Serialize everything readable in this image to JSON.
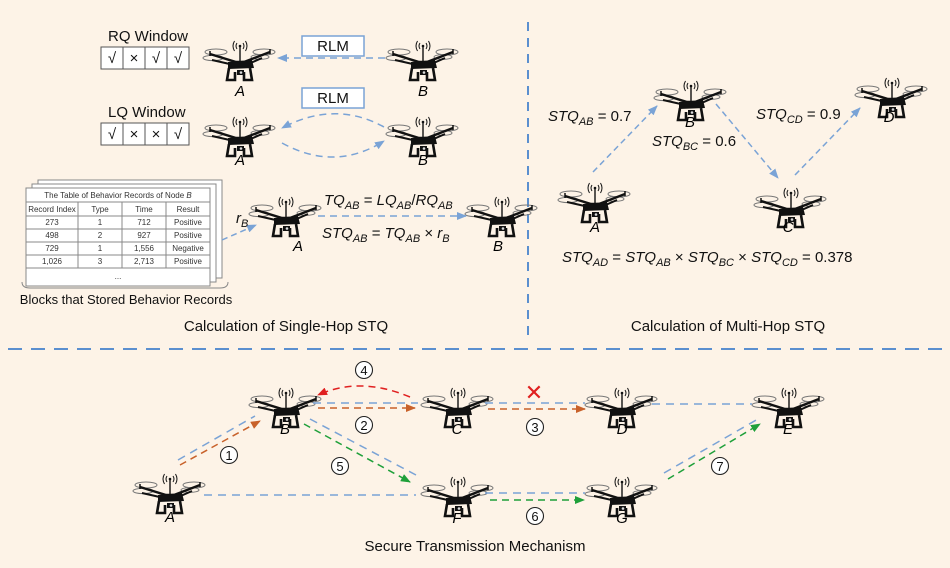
{
  "colors": {
    "background": "#fdf3e7",
    "divider": "#5b8fcf",
    "link_blue": "#7aa3d6",
    "route_orange": "#c8612a",
    "route_red": "#e02020",
    "route_green": "#1fa03a"
  },
  "single_hop": {
    "title": "Calculation of Single-Hop STQ",
    "rq_window": {
      "label": "RQ Window",
      "cells": [
        "√",
        "×",
        "√",
        "√"
      ]
    },
    "lq_window": {
      "label": "LQ Window",
      "cells": [
        "√",
        "×",
        "×",
        "√"
      ]
    },
    "rlm_label": "RLM",
    "rlm_label_2": "RLM",
    "nodes": {
      "a1": "A",
      "b1": "B",
      "a2": "A",
      "b2": "B",
      "a3": "A",
      "b3": "B"
    },
    "r_b": {
      "base": "r",
      "sub": "B"
    },
    "formula_tq": {
      "lhs": "TQ",
      "lhs_sub": "AB",
      "eq": " = ",
      "t1": "LQ",
      "t1_sub": "AB",
      "op": "/",
      "t2": "RQ",
      "t2_sub": "AB"
    },
    "formula_stq": {
      "lhs": "STQ",
      "lhs_sub": "AB",
      "eq": " = ",
      "t1": "TQ",
      "t1_sub": "AB",
      "op": " × ",
      "t2": "r",
      "t2_sub": "B"
    },
    "table": {
      "caption": "The Table of Behavior Records of Node ",
      "caption_node": "B",
      "headers": [
        "Record Index",
        "Type",
        "Time",
        "Result"
      ],
      "rows": [
        [
          "273",
          "1",
          "712",
          "Positive"
        ],
        [
          "498",
          "2",
          "927",
          "Positive"
        ],
        [
          "729",
          "1",
          "1,556",
          "Negative"
        ],
        [
          "1,026",
          "3",
          "2,713",
          "Positive"
        ]
      ],
      "ellipsis": "...",
      "footer": "Blocks that Stored Behavior Records"
    }
  },
  "multi_hop": {
    "title": "Calculation of Multi-Hop STQ",
    "nodes": {
      "a": "A",
      "b": "B",
      "c": "C",
      "d": "D"
    },
    "edges": [
      {
        "name": "STQ",
        "sub": "AB",
        "value": " = 0.7"
      },
      {
        "name": "STQ",
        "sub": "BC",
        "value": " = 0.6"
      },
      {
        "name": "STQ",
        "sub": "CD",
        "value": " = 0.9"
      }
    ],
    "result": {
      "lhs": "STQ",
      "lhs_sub": "AD",
      "eq": " = ",
      "t1": "STQ",
      "t1_sub": "AB",
      "x1": " × ",
      "t2": "STQ",
      "t2_sub": "BC",
      "x2": " × ",
      "t3": "STQ",
      "t3_sub": "CD",
      "value": " = 0.378"
    }
  },
  "secure_transmission": {
    "title": "Secure Transmission Mechanism",
    "nodes": {
      "a": "A",
      "b": "B",
      "c": "C",
      "d": "D",
      "e": "E",
      "f": "F",
      "g": "G"
    },
    "steps": [
      "1",
      "2",
      "3",
      "4",
      "5",
      "6",
      "7"
    ],
    "blocked_mark": "✕"
  }
}
